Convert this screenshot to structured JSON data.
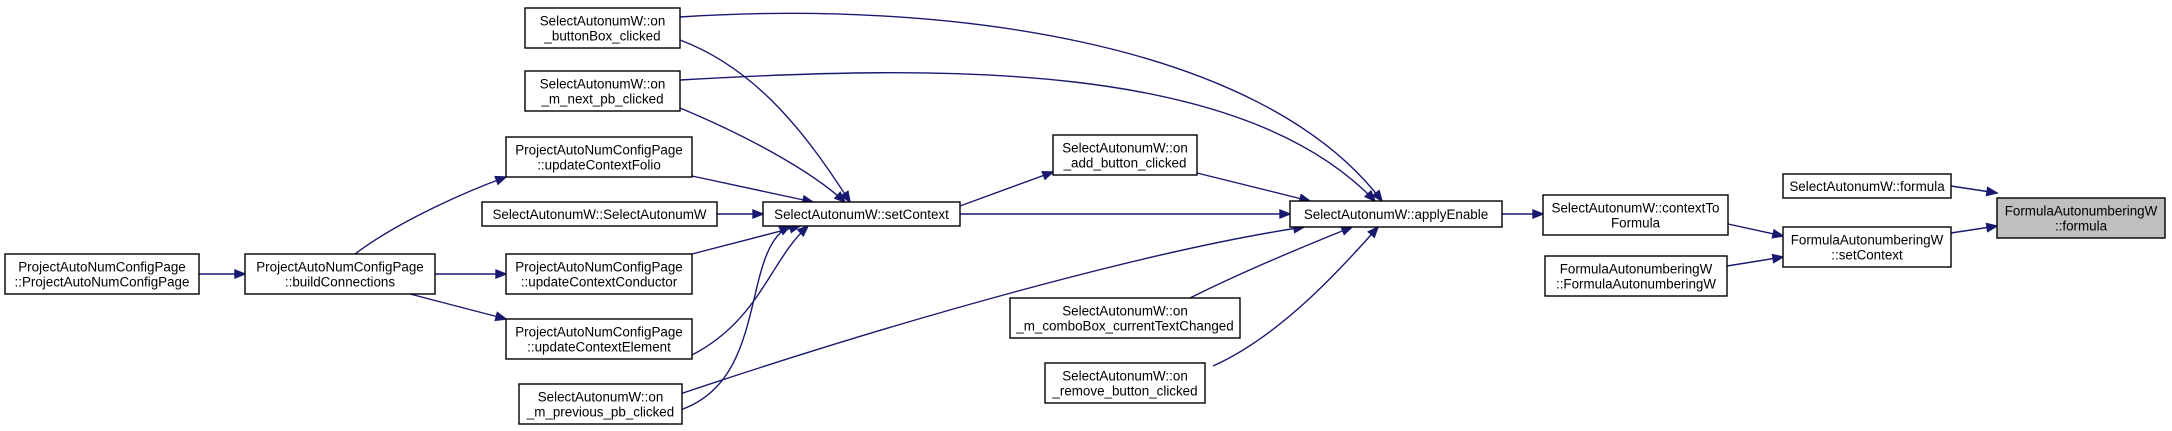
{
  "graph": {
    "colors": {
      "edge": "#191970",
      "node_border": "#000000",
      "node_fill": "#ffffff",
      "highlight_fill": "#bfbfbf"
    },
    "nodes": {
      "n1": {
        "lines": [
          "FormulaAutonumberingW",
          "::formula"
        ],
        "highlight": true
      },
      "n2": {
        "lines": [
          "SelectAutonumW::formula"
        ]
      },
      "n3": {
        "lines": [
          "FormulaAutonumberingW",
          "::setContext"
        ]
      },
      "n4": {
        "lines": [
          "SelectAutonumW::contextTo",
          "Formula"
        ]
      },
      "n5": {
        "lines": [
          "FormulaAutonumberingW",
          "::FormulaAutonumberingW"
        ]
      },
      "n6": {
        "lines": [
          "SelectAutonumW::applyEnable"
        ]
      },
      "n7": {
        "lines": [
          "SelectAutonumW::on",
          "_add_button_clicked"
        ]
      },
      "n8": {
        "lines": [
          "SelectAutonumW::on",
          "_m_comboBox_currentTextChanged"
        ]
      },
      "n9": {
        "lines": [
          "SelectAutonumW::on",
          "_remove_button_clicked"
        ]
      },
      "n10": {
        "lines": [
          "SelectAutonumW::setContext"
        ]
      },
      "n11": {
        "lines": [
          "SelectAutonumW::on",
          "_buttonBox_clicked"
        ]
      },
      "n12": {
        "lines": [
          "SelectAutonumW::on",
          "_m_next_pb_clicked"
        ]
      },
      "n13": {
        "lines": [
          "SelectAutonumW::on",
          "_m_previous_pb_clicked"
        ]
      },
      "n14": {
        "lines": [
          "ProjectAutoNumConfigPage",
          "::updateContextFolio"
        ]
      },
      "n15": {
        "lines": [
          "SelectAutonumW::SelectAutonumW"
        ]
      },
      "n16": {
        "lines": [
          "ProjectAutoNumConfigPage",
          "::updateContextConductor"
        ]
      },
      "n17": {
        "lines": [
          "ProjectAutoNumConfigPage",
          "::updateContextElement"
        ]
      },
      "n18": {
        "lines": [
          "ProjectAutoNumConfigPage",
          "::buildConnections"
        ]
      },
      "n19": {
        "lines": [
          "ProjectAutoNumConfigPage",
          "::ProjectAutoNumConfigPage"
        ]
      }
    },
    "edges": [
      {
        "from": "n2",
        "to": "n1"
      },
      {
        "from": "n3",
        "to": "n1"
      },
      {
        "from": "n4",
        "to": "n3"
      },
      {
        "from": "n5",
        "to": "n3"
      },
      {
        "from": "n6",
        "to": "n4"
      },
      {
        "from": "n7",
        "to": "n6"
      },
      {
        "from": "n8",
        "to": "n6"
      },
      {
        "from": "n9",
        "to": "n6"
      },
      {
        "from": "n10",
        "to": "n6"
      },
      {
        "from": "n11",
        "to": "n6"
      },
      {
        "from": "n12",
        "to": "n6"
      },
      {
        "from": "n13",
        "to": "n6"
      },
      {
        "from": "n10",
        "to": "n7"
      },
      {
        "from": "n11",
        "to": "n10"
      },
      {
        "from": "n12",
        "to": "n10"
      },
      {
        "from": "n13",
        "to": "n10"
      },
      {
        "from": "n14",
        "to": "n10"
      },
      {
        "from": "n15",
        "to": "n10"
      },
      {
        "from": "n16",
        "to": "n10"
      },
      {
        "from": "n17",
        "to": "n10"
      },
      {
        "from": "n18",
        "to": "n14"
      },
      {
        "from": "n18",
        "to": "n16"
      },
      {
        "from": "n18",
        "to": "n17"
      },
      {
        "from": "n19",
        "to": "n18"
      }
    ]
  }
}
